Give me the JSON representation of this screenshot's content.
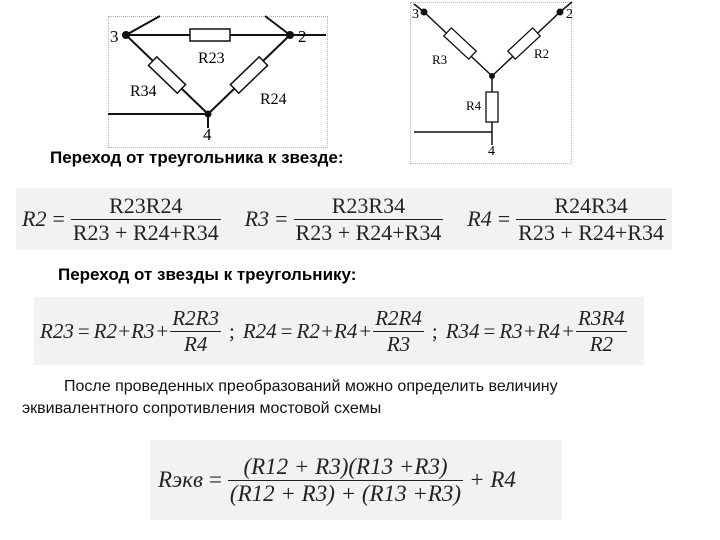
{
  "left_diagram": {
    "node_labels": [
      "3",
      "2",
      "4"
    ],
    "resistor_labels": [
      "R23",
      "R34",
      "R24"
    ]
  },
  "right_diagram": {
    "node_labels": [
      "3",
      "2",
      "4"
    ],
    "resistor_labels": [
      "R3",
      "R2",
      "R4"
    ]
  },
  "heading_delta_to_star": "Переход от треугольника к звезде:",
  "heading_star_to_delta": "Переход от звезды к треугольнику:",
  "formulas_delta_to_star": [
    {
      "lhs": "R2",
      "num": "R23R24",
      "den": "R23 + R24+R34"
    },
    {
      "lhs": "R3",
      "num": "R23R34",
      "den": "R23 + R24+R34"
    },
    {
      "lhs": "R4",
      "num": "R24R34",
      "den": "R23 + R24+R34"
    }
  ],
  "formulas_star_to_delta": [
    {
      "lhs": "R23",
      "sum": "R2+R3",
      "num": "R2R3",
      "den": "R4"
    },
    {
      "lhs": "R24",
      "sum": "R2+R4",
      "num": "R2R4",
      "den": "R3"
    },
    {
      "lhs": "R34",
      "sum": "R3+R4",
      "num": "R3R4",
      "den": "R2"
    }
  ],
  "separator": ";",
  "paragraph_line1": "После проведенных преобразований можно определить величину",
  "paragraph_line2": "эквивалентного сопротивления мостовой схемы",
  "equivalent_formula": {
    "lhs": "Rэкв",
    "num": "(R12 + R3)(R13 +R3)",
    "den": "(R12 + R3) + (R13 +R3)",
    "tail": "+ R4"
  }
}
